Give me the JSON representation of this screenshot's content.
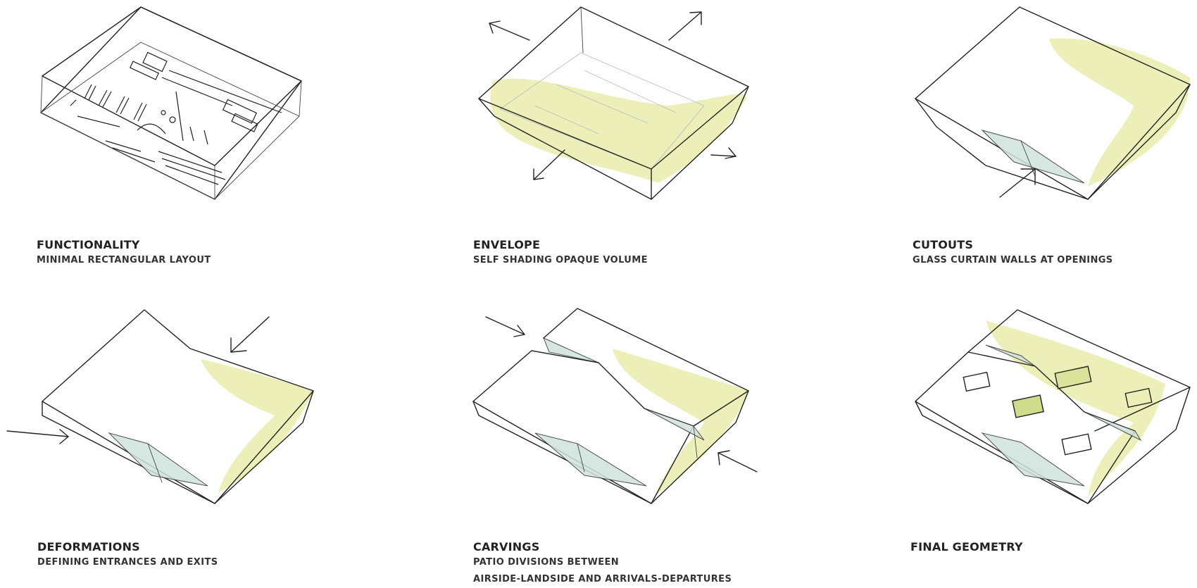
{
  "panels": [
    {
      "title": "FUNCTIONALITY",
      "subtitle": "MINIMAL RECTANGULAR LAYOUT"
    },
    {
      "title": "ENVELOPE",
      "subtitle": "SELF SHADING  OPAQUE  VOLUME"
    },
    {
      "title": "CUTOUTS",
      "subtitle": "GLASS CURTAIN  WALLS  AT OPENINGS"
    },
    {
      "title": "DEFORMATIONS",
      "subtitle": "DEFINING ENTRANCES AND EXITS"
    },
    {
      "title": "CARVINGS",
      "subtitle": "PATIO DIVISIONS BETWEEN",
      "subtitle2": "AIRSIDE-LANDSIDE AND ARRIVALS-DEPARTURES"
    },
    {
      "title": "FINAL GEOMETRY",
      "subtitle": ""
    }
  ],
  "colors": {
    "highlight": "#e6eba0",
    "glass": "#cfe3dc",
    "line": "#222222"
  }
}
